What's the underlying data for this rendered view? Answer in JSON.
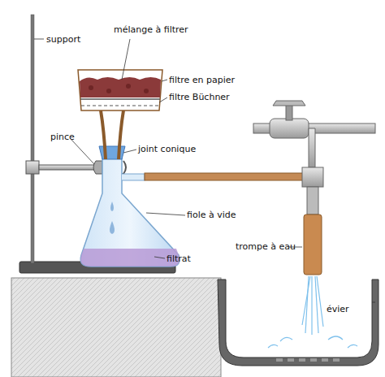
{
  "diagram": {
    "labels": [
      "support",
      "mélange à filtrer",
      "filtre en papier",
      "filtre Büchner",
      "pince",
      "joint conique",
      "fiole à vide",
      "filtrat",
      "trompe à eau",
      "évier"
    ]
  }
}
